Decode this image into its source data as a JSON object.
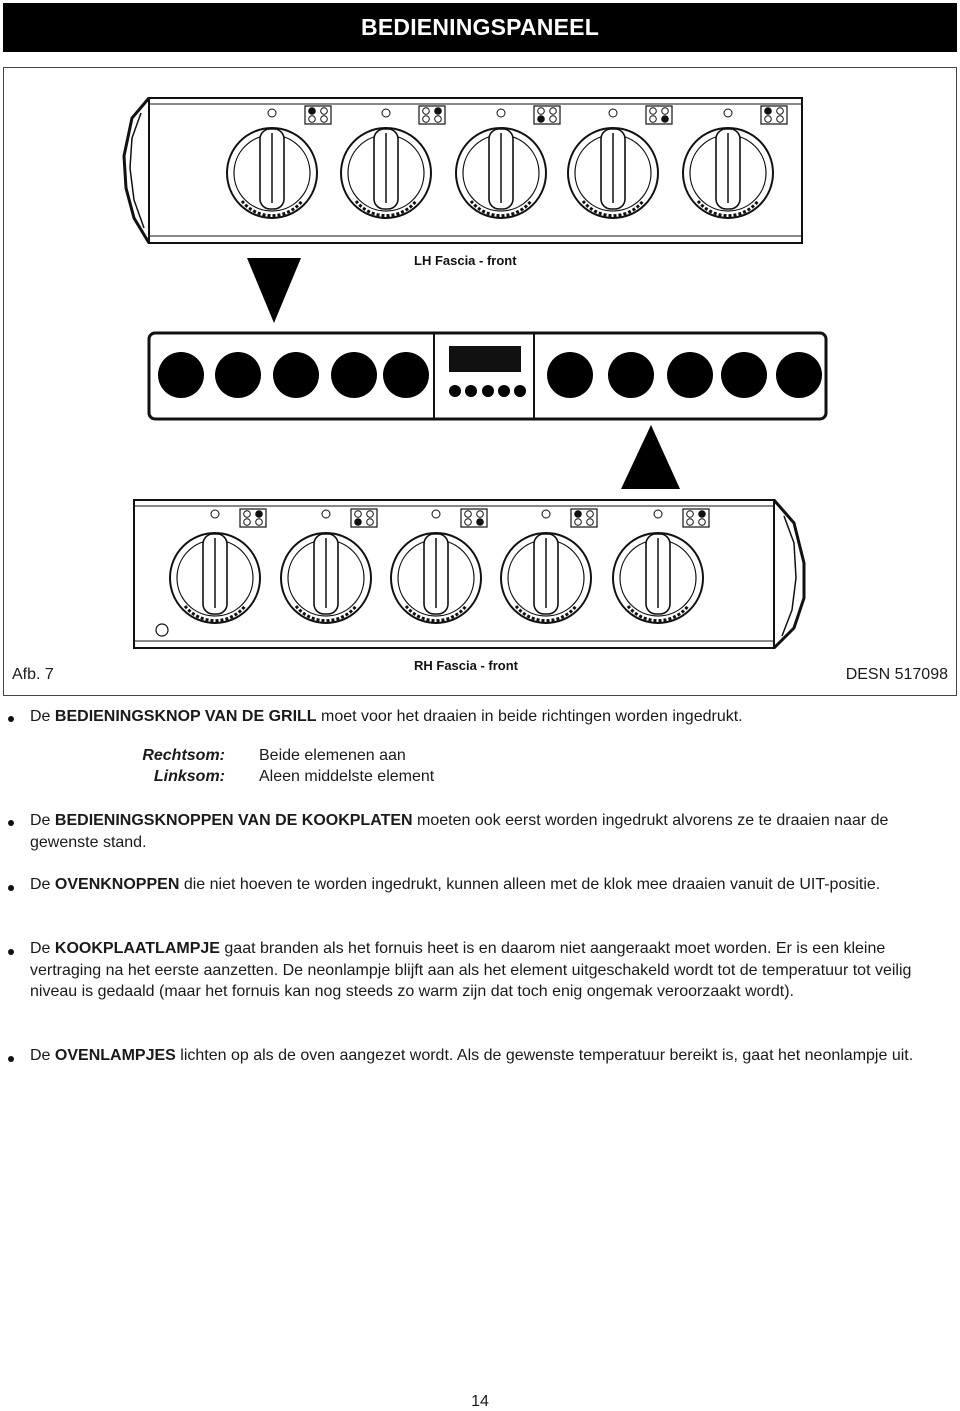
{
  "header": {
    "title": "BEDIENINGSPANEEL"
  },
  "figure": {
    "caption_left": "Afb. 7",
    "caption_right": "DESN 517098",
    "label_lh": "LH Fascia - front",
    "label_rh": "RH Fascia - front"
  },
  "bullets": [
    {
      "pre": "De ",
      "bold": "BEDIENINGSKNOP VAN DE GRILL",
      "post": " moet voor het draaien in beide richtingen worden ingedrukt."
    },
    {
      "pre": "De ",
      "bold": "BEDIENINGSKNOPPEN VAN DE KOOKPLATEN",
      "post": " moeten ook eerst worden ingedrukt alvorens ze te draaien naar de gewenste stand."
    },
    {
      "pre": "De ",
      "bold": "OVENKNOPPEN",
      "post": " die niet hoeven te worden ingedrukt, kunnen alleen met de klok mee draaien vanuit de UIT-positie."
    },
    {
      "pre": "De ",
      "bold": "KOOKPLAATLAMPJE",
      "post": " gaat branden als het fornuis heet is en daarom niet aangeraakt  moet worden. Er is een kleine vertraging na het eerste aanzetten.  De neonlampje blijft aan als het element uitgeschakeld wordt tot de temperatuur tot veilig niveau is gedaald (maar het fornuis kan nog steeds zo warm zijn dat toch enig ongemak veroorzaakt wordt)."
    },
    {
      "pre": "De ",
      "bold": "OVENLAMPJES",
      "post": " lichten op als de oven aangezet wordt. Als de gewenste temperatuur bereikt is, gaat het neonlampje uit."
    }
  ],
  "directions": {
    "cw_label": "Rechtsom:",
    "cw_text": "Beide elemenen aan",
    "ccw_label": "Linksom:",
    "ccw_text": "Aleen middelste element"
  },
  "page_number": "14"
}
